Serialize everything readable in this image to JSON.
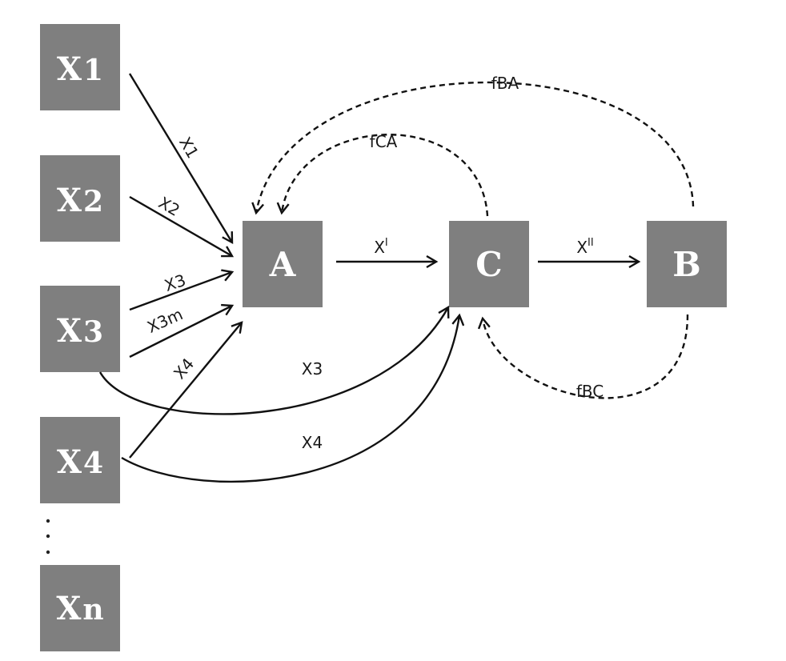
{
  "nodes": {
    "x1": {
      "main": "X",
      "sub": "1"
    },
    "x2": {
      "main": "X",
      "sub": "2"
    },
    "x3": {
      "main": "X",
      "sub": "3"
    },
    "x4": {
      "main": "X",
      "sub": "4"
    },
    "xn": {
      "main": "X",
      "sub": "n"
    },
    "a": "A",
    "c": "C",
    "b": "B"
  },
  "edge_labels": {
    "x1_to_a": "X1",
    "x2_to_a": "X2",
    "x3_to_a": "X3",
    "x3m_to_a": "X3m",
    "x4_to_a": "X4",
    "x3_to_c": "X3",
    "x4_to_c": "X4",
    "a_to_c": "X",
    "a_to_c_sup": "I",
    "c_to_b": "X",
    "c_to_b_sup": "II",
    "fba": "fBA",
    "fca": "fCA",
    "fbc": "fBC"
  },
  "colors": {
    "node_fill": "#7f7f7f",
    "node_text": "#ffffff",
    "line": "#111111"
  }
}
